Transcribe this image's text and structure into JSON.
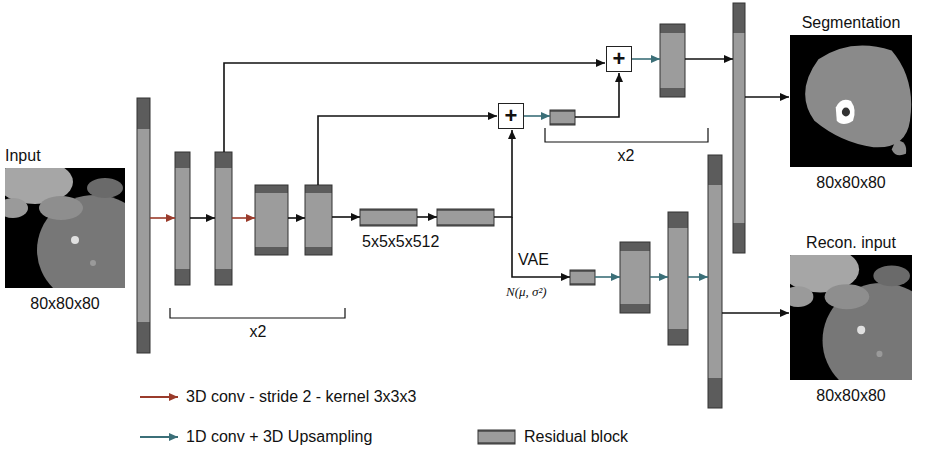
{
  "diagram": {
    "nodes": [
      {
        "text": [
          "Input",
          "80x80x80"
        ]
      },
      {
        "text": [
          "+"
        ]
      },
      {
        "text": [
          "+"
        ]
      },
      {
        "text": [
          "Segmentation",
          "80x80x80"
        ]
      },
      {
        "text": [
          "Recon. input",
          "80x80x80"
        ]
      }
    ],
    "labels": [
      "x2",
      "5x5x5x512",
      "x2",
      "VAE",
      "N(μ, σ²)"
    ],
    "legend": [
      {
        "text": "3D conv - stride 2 - kernel 3x3x3"
      },
      {
        "text": "1D conv + 3D Upsampling"
      },
      {
        "text": "Residual block"
      }
    ]
  }
}
